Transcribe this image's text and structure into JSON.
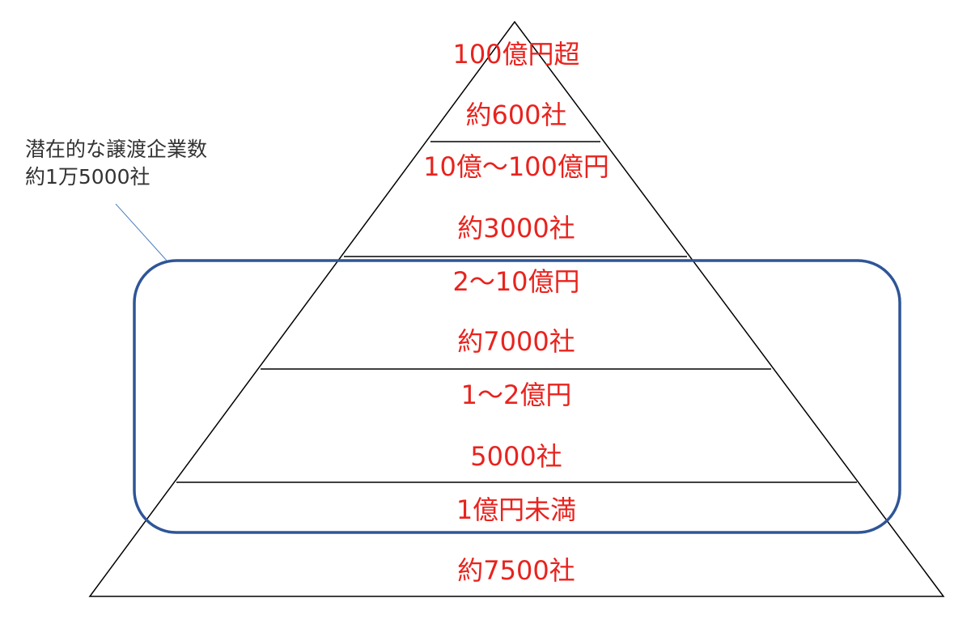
{
  "diagram": {
    "tiers": [
      {
        "range": "100億円超",
        "count": "約600社"
      },
      {
        "range": "10億〜100億円",
        "count": "約3000社"
      },
      {
        "range": "2〜10億円",
        "count": "約7000社"
      },
      {
        "range": "1〜2億円",
        "count": "5000社"
      },
      {
        "range": "1億円未満",
        "count": "約7500社"
      }
    ],
    "callout": {
      "line1": "潜在的な譲渡企業数",
      "line2": "約1万5000社"
    },
    "colors": {
      "tier_text": "#e8231e",
      "outline": "#000000",
      "highlight_box": "#2f5597",
      "callout_line": "#4a7fc1",
      "callout_text": "#333333"
    }
  }
}
